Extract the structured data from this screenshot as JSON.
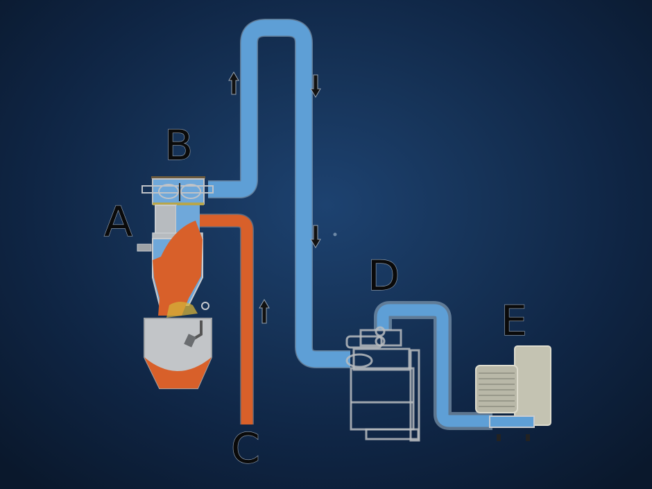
{
  "diagram": {
    "title": "",
    "description": "Vacuum conveying system schematic",
    "labels": {
      "a": "A",
      "b": "B",
      "c": "C",
      "d": "D",
      "e": "E"
    },
    "components": [
      {
        "id": "A",
        "name": "Receiver hopper (material loader)"
      },
      {
        "id": "B",
        "name": "Filter / vacuum valve on top of receiver"
      },
      {
        "id": "C",
        "name": "Material suction line inlet"
      },
      {
        "id": "D",
        "name": "Filter / dust collector"
      },
      {
        "id": "E",
        "name": "Vacuum blower"
      }
    ],
    "flow_arrows": [
      {
        "id": "arrow-up-left",
        "direction": "up"
      },
      {
        "id": "arrow-down-top",
        "direction": "down"
      },
      {
        "id": "arrow-down-mid",
        "direction": "down"
      },
      {
        "id": "arrow-up-material",
        "direction": "up"
      }
    ],
    "colors": {
      "background_center": "#1d4270",
      "background_edge": "#0a182c",
      "air_line": "#5e9fd6",
      "material_line": "#d8602a",
      "equipment": "#c8cbce",
      "label_text": "#0a0a0a"
    }
  }
}
